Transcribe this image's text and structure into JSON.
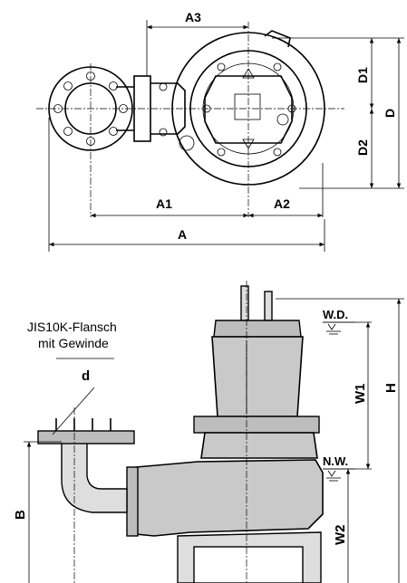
{
  "top_view": {
    "dimensions": {
      "a3": "A3",
      "d1": "D1",
      "d": "D",
      "d2": "D2",
      "a1": "A1",
      "a2": "A2",
      "a": "A"
    }
  },
  "side_view": {
    "flange_note_line1": "JIS10K-Flansch",
    "flange_note_line2": "mit Gewinde",
    "flange_size": "d",
    "water_levels": {
      "wd": "W.D.",
      "nw": "N.W."
    },
    "dimensions": {
      "w1": "W1",
      "h": "H",
      "w2": "W2",
      "b": "B"
    }
  }
}
